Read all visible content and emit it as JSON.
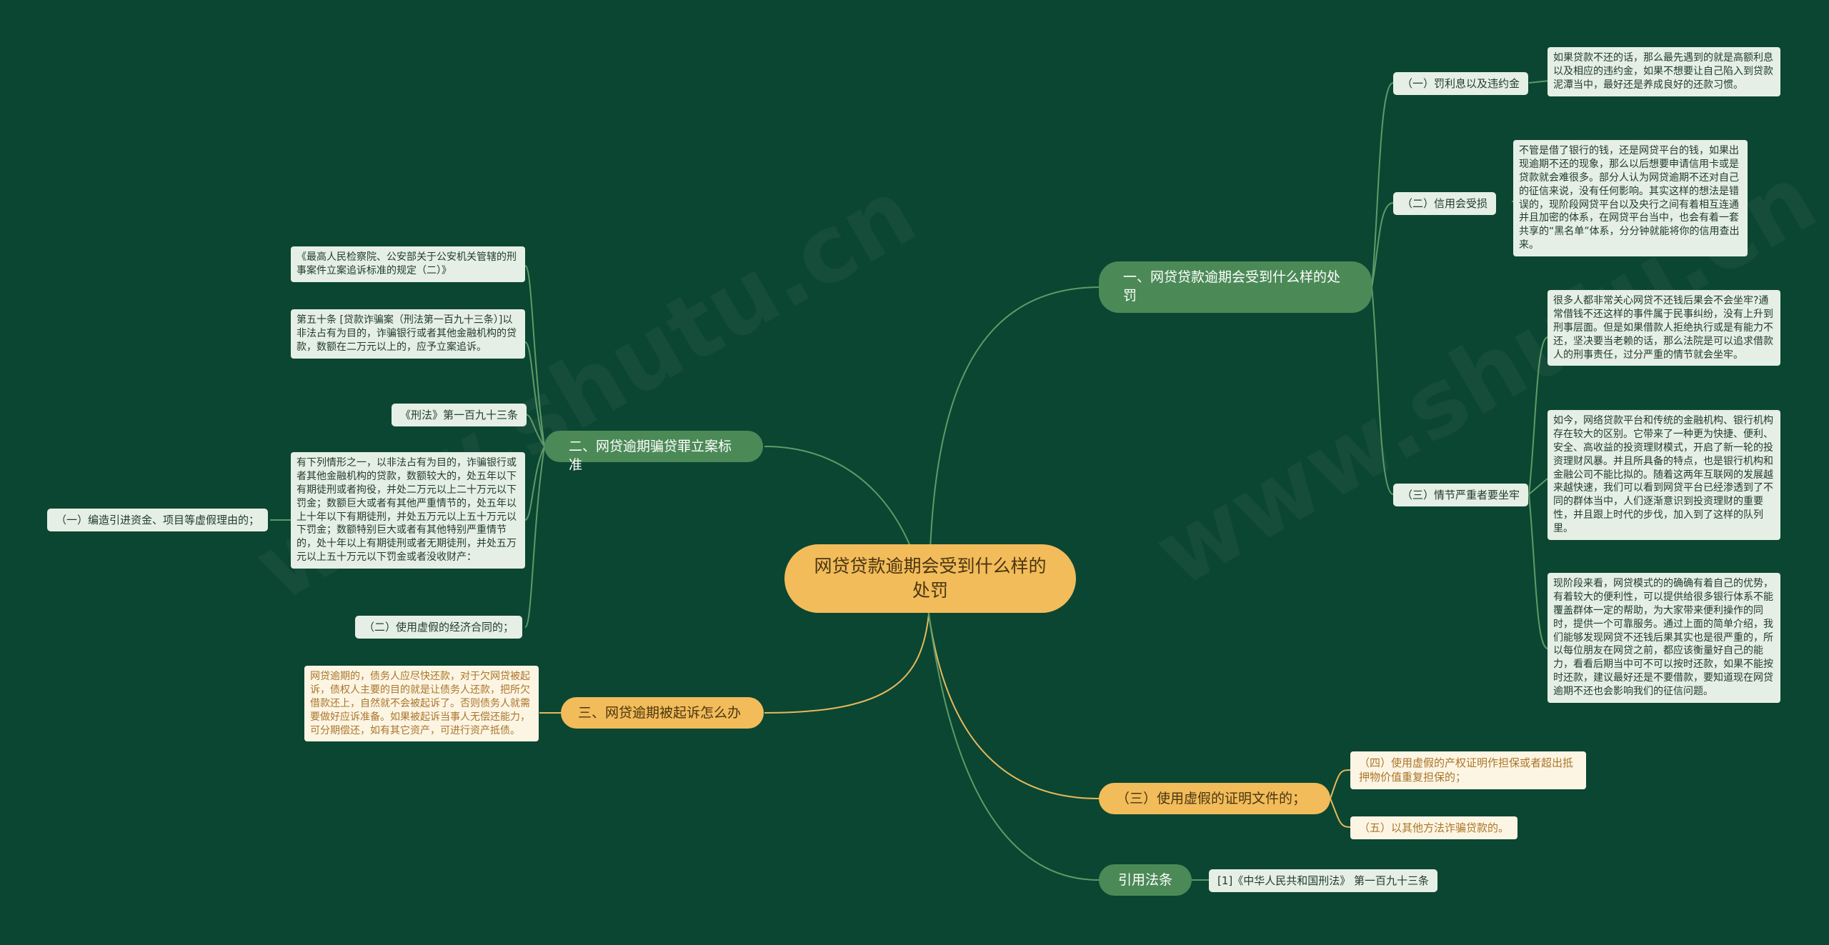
{
  "root": "网贷贷款逾期会受到什么样的处罚",
  "b1": {
    "label": "一、网贷贷款逾期会受到什么样的处罚",
    "children": [
      {
        "label": "（一）罚利息以及违约金",
        "leaf": "如果贷款不还的话，那么最先遇到的就是高额利息以及相应的违约金，如果不想要让自己陷入到贷款泥潭当中，最好还是养成良好的还款习惯。"
      },
      {
        "label": "（二）信用会受损",
        "leaf": "不管是借了银行的钱，还是网贷平台的钱，如果出现逾期不还的现象，那么以后想要申请信用卡或是贷款就会难很多。部分人认为网贷逾期不还对自己的征信来说，没有任何影响。其实这样的想法是错误的，现阶段网贷平台以及央行之间有着相互连通并且加密的体系，在网贷平台当中，也会有着一套共享的“黑名单”体系，分分钟就能将你的信用查出来。"
      },
      {
        "label": "（三）情节严重者要坐牢",
        "leaves": [
          "很多人都非常关心网贷不还钱后果会不会坐牢?通常借钱不还这样的事件属于民事纠纷，没有上升到刑事层面。但是如果借款人拒绝执行或是有能力不还，坚决要当老赖的话，那么法院是可以追求借款人的刑事责任，过分严重的情节就会坐牢。",
          "如今，网络贷款平台和传统的金融机构、银行机构存在较大的区别。它带来了一种更为快捷、便利、安全、高收益的投资理财模式，开启了新一轮的投资理财风暴。并且所具备的特点，也是银行机构和金融公司不能比拟的。随着这两年互联网的发展越来越快速，我们可以看到网贷平台已经渗透到了不同的群体当中，人们逐渐意识到投资理财的重要性，并且跟上时代的步伐，加入到了这样的队列里。",
          "现阶段来看，网贷模式的的确确有着自己的优势，有着较大的便利性，可以提供给很多银行体系不能覆盖群体一定的帮助，为大家带来便利操作的同时，提供一个可靠服务。通过上面的简单介绍，我们能够发现网贷不还钱后果其实也是很严重的，所以每位朋友在网贷之前，都应该衡量好自己的能力，看看后期当中可不可以按时还款，如果不能按时还款，建议最好还是不要借款，要知道现在网贷逾期不还也会影响我们的征信问题。"
        ]
      }
    ]
  },
  "b2": {
    "label": "二、网贷逾期骗贷罪立案标准",
    "children": [
      "《最高人民检察院、公安部关于公安机关管辖的刑事案件立案追诉标准的规定（二）》",
      "第五十条 [贷款诈骗案（刑法第一百九十三条）]以非法占有为目的，诈骗银行或者其他金融机构的贷款，数额在二万元以上的，应予立案追诉。",
      "《刑法》第一百九十三条",
      "有下列情形之一，以非法占有为目的，诈骗银行或者其他金融机构的贷款，数额较大的，处五年以下有期徒刑或者拘役，并处二万元以上二十万元以下罚金；数额巨大或者有其他严重情节的，处五年以上十年以下有期徒刑，并处五万元以上五十万元以下罚金；数额特别巨大或者有其他特别严重情节的，处十年以上有期徒刑或者无期徒刑，并处五万元以上五十万元以下罚金或者没收财产：",
      "（二）使用虚假的经济合同的；"
    ],
    "far_left": "（一）编造引进资金、项目等虚假理由的；"
  },
  "b3": {
    "label": "三、网贷逾期被起诉怎么办",
    "leaf": "网贷逾期的，债务人应尽快还款，对于欠网贷被起诉，债权人主要的目的就是让债务人还款，把所欠借款还上，自然就不会被起诉了。否则债务人就需要做好应诉准备。如果被起诉当事人无偿还能力，可分期偿还，如有其它资产，可进行资产抵债。"
  },
  "b4": {
    "label": "（三）使用虚假的证明文件的；",
    "children": [
      "（四）使用虚假的产权证明作担保或者超出抵押物价值重复担保的；",
      "（五）以其他方法诈骗贷款的。"
    ]
  },
  "b5": {
    "label": "引用法条",
    "leaf": "[1]《中华人民共和国刑法》 第一百九十三条"
  },
  "colors": {
    "background": "#0b4632",
    "root": "#f2bc5a",
    "branch_green": "#4b8a57",
    "leaf_green": "#e5efe6",
    "leaf_yellow": "#fdf5e4",
    "link_green": "#5f9a68",
    "link_yellow": "#e8b95a"
  }
}
